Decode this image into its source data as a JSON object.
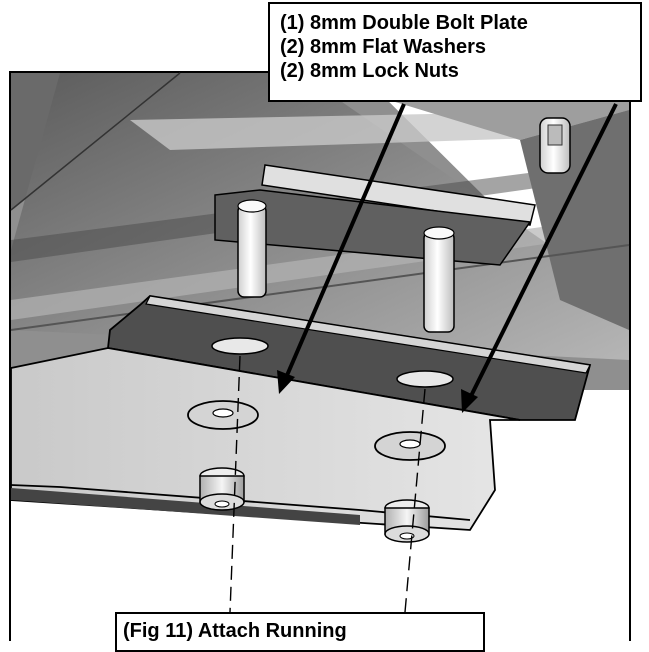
{
  "callout": {
    "lines": [
      "(1) 8mm Double Bolt Plate",
      "(2) 8mm Flat Washers",
      "(2) 8mm Lock Nuts"
    ]
  },
  "caption": {
    "text": "(Fig 11) Attach Running"
  },
  "colors": {
    "plate_dark": "#505050",
    "plate_light": "#d9d9d9",
    "outline": "#000000",
    "bolt": "#f4f4f4"
  },
  "icons": [
    "pointer-arrow",
    "hex-lock-nut",
    "flat-washer",
    "bolt-shaft"
  ]
}
